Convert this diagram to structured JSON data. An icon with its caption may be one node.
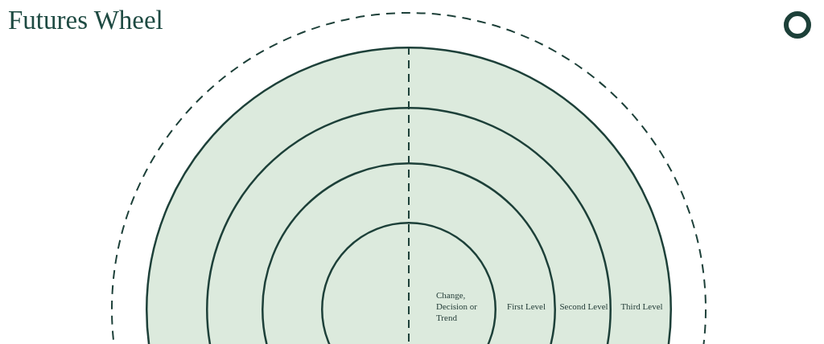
{
  "diagram": {
    "title": "Futures Wheel",
    "nodes": [
      {
        "text": [],
        "shape": "circle"
      },
      {
        "text": [
          "Third Level"
        ],
        "in": 0
      },
      {
        "text": [
          "Second Level"
        ],
        "in": 1
      },
      {
        "text": [
          "First Level"
        ],
        "in": 2
      },
      {
        "text": [
          "Change, Decision or Trend"
        ],
        "in": 3
      }
    ]
  }
}
